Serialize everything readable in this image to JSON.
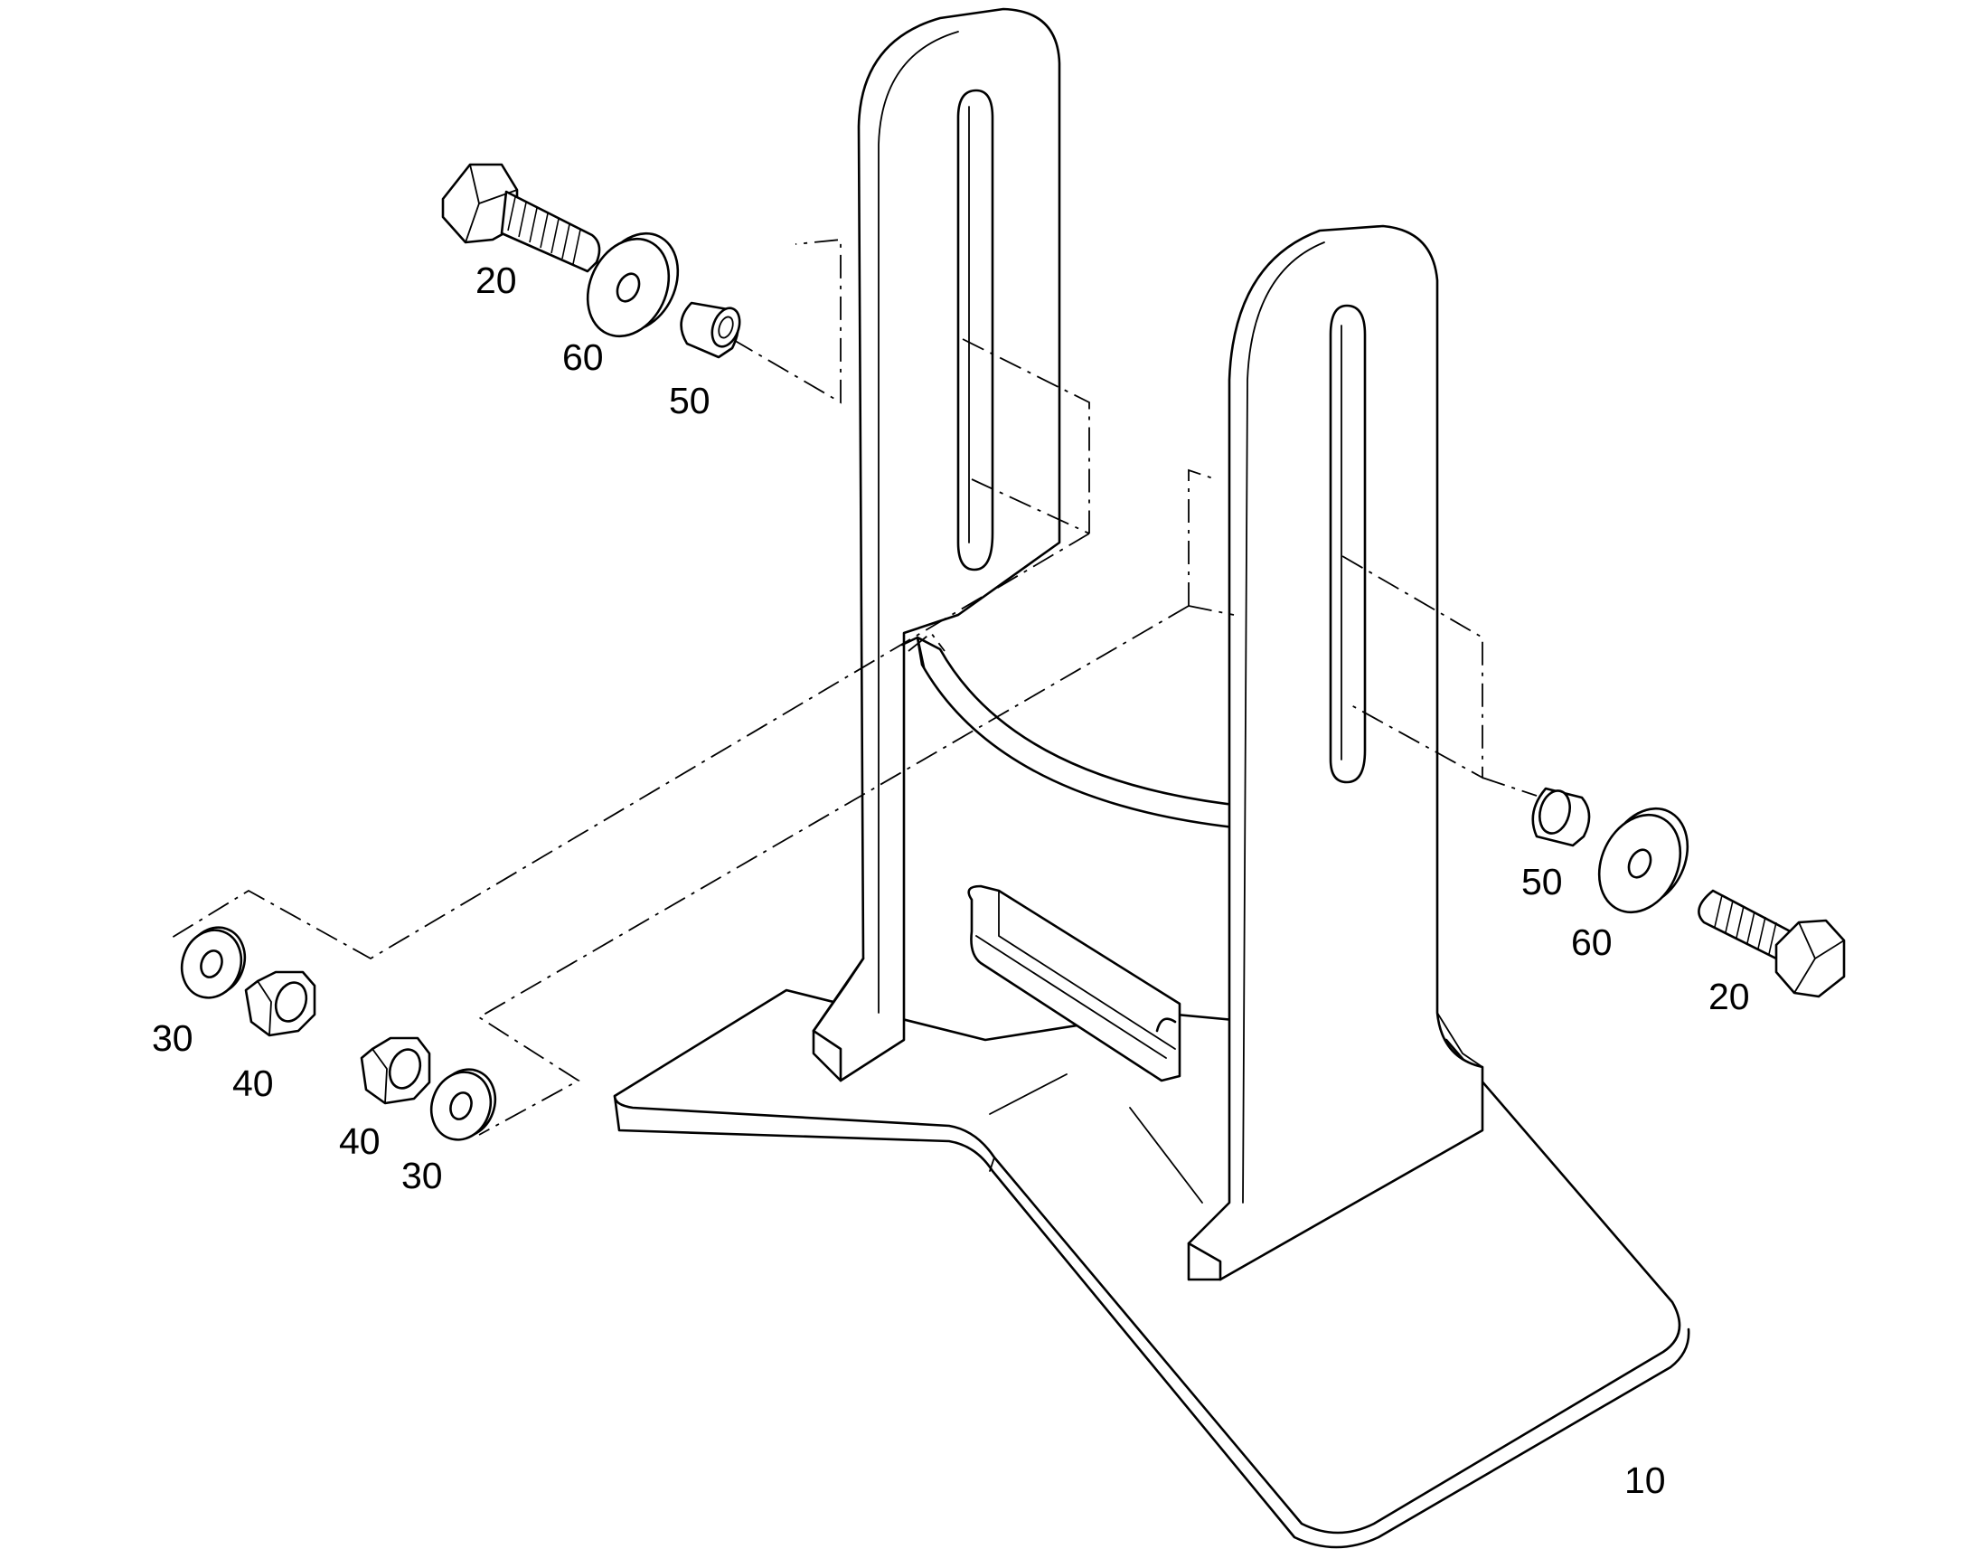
{
  "diagram": {
    "parts": [
      {
        "id": "bracket",
        "ref": "10"
      },
      {
        "id": "bolt",
        "ref": "20"
      },
      {
        "id": "washer",
        "ref": "30"
      },
      {
        "id": "hex-nut",
        "ref": "40"
      },
      {
        "id": "spacer-bushing",
        "ref": "50"
      },
      {
        "id": "thick-washer",
        "ref": "60"
      }
    ],
    "callouts": {
      "bolt_upper_left": "20",
      "washer_upper_left": "60",
      "bushing_upper_left": "50",
      "bushing_right": "50",
      "washer_right": "60",
      "bolt_right": "20",
      "washer_lower_left_a": "30",
      "nut_lower_left_a": "40",
      "nut_lower_left_b": "40",
      "washer_lower_left_b": "30",
      "bracket": "10"
    },
    "colors": {
      "line": "#000000",
      "background": "#ffffff"
    }
  }
}
